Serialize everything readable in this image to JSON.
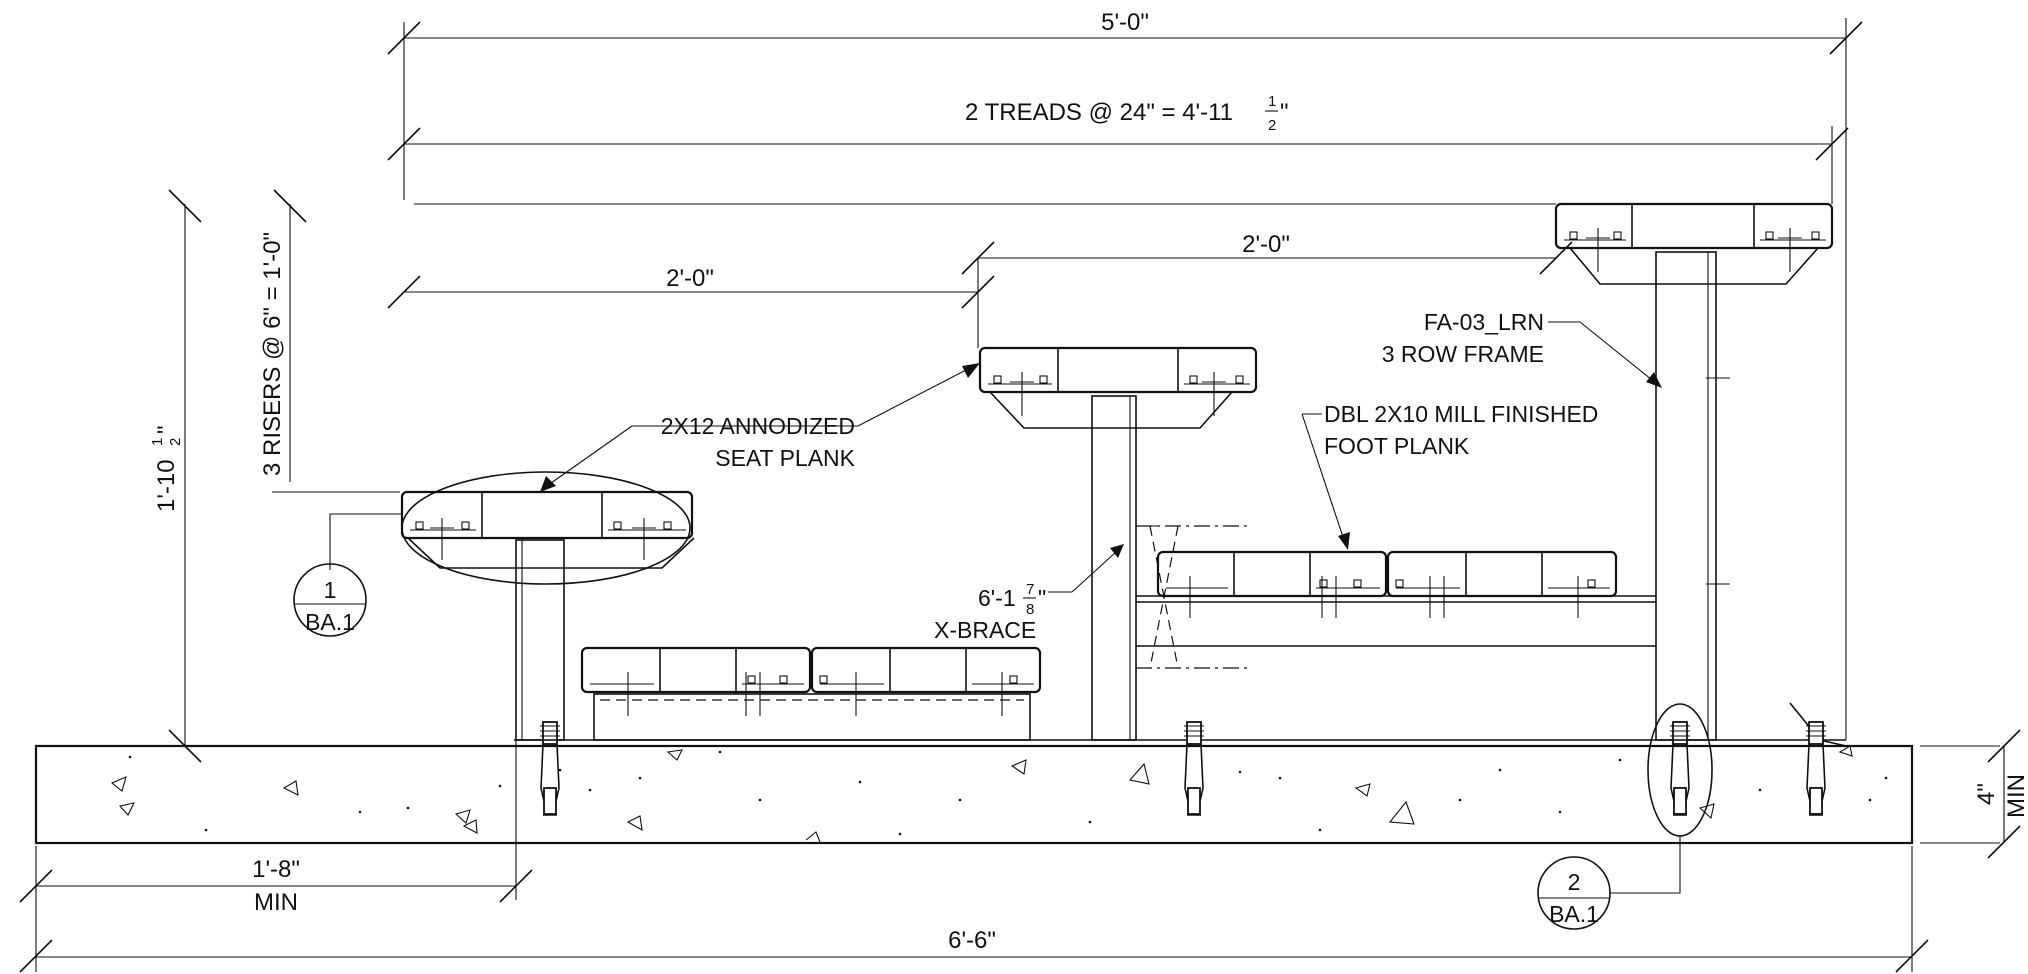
{
  "dimensions": {
    "overall_width": "5'-0\"",
    "treads": "2 TREADS @ 24\" = 4'-11",
    "treads_frac_num": "1",
    "treads_frac_den": "2",
    "tread_left": "2'-0\"",
    "tread_right": "2'-0\"",
    "risers": "3 RISERS @ 6\" = 1'-0\"",
    "height": "1'-10",
    "height_frac_num": "1",
    "height_frac_den": "2",
    "min_edge": "1'-8\"",
    "min_edge_sub": "MIN",
    "base_width": "6'-6\"",
    "slab_thickness": "4\"",
    "slab_thickness_sub": "MIN",
    "xbrace_len": "6'-1",
    "xbrace_frac_num": "7",
    "xbrace_frac_den": "8"
  },
  "labels": {
    "seat_plank_line1": "2X12 ANNODIZED",
    "seat_plank_line2": "SEAT PLANK",
    "frame_line1": "FA-03_LRN",
    "frame_line2": "3 ROW FRAME",
    "foot_plank_line1": "DBL 2X10 MILL FINISHED",
    "foot_plank_line2": "FOOT PLANK",
    "xbrace_label": "X-BRACE"
  },
  "callouts": [
    {
      "number": "1",
      "sheet": "BA.1"
    },
    {
      "number": "2",
      "sheet": "BA.1"
    }
  ]
}
